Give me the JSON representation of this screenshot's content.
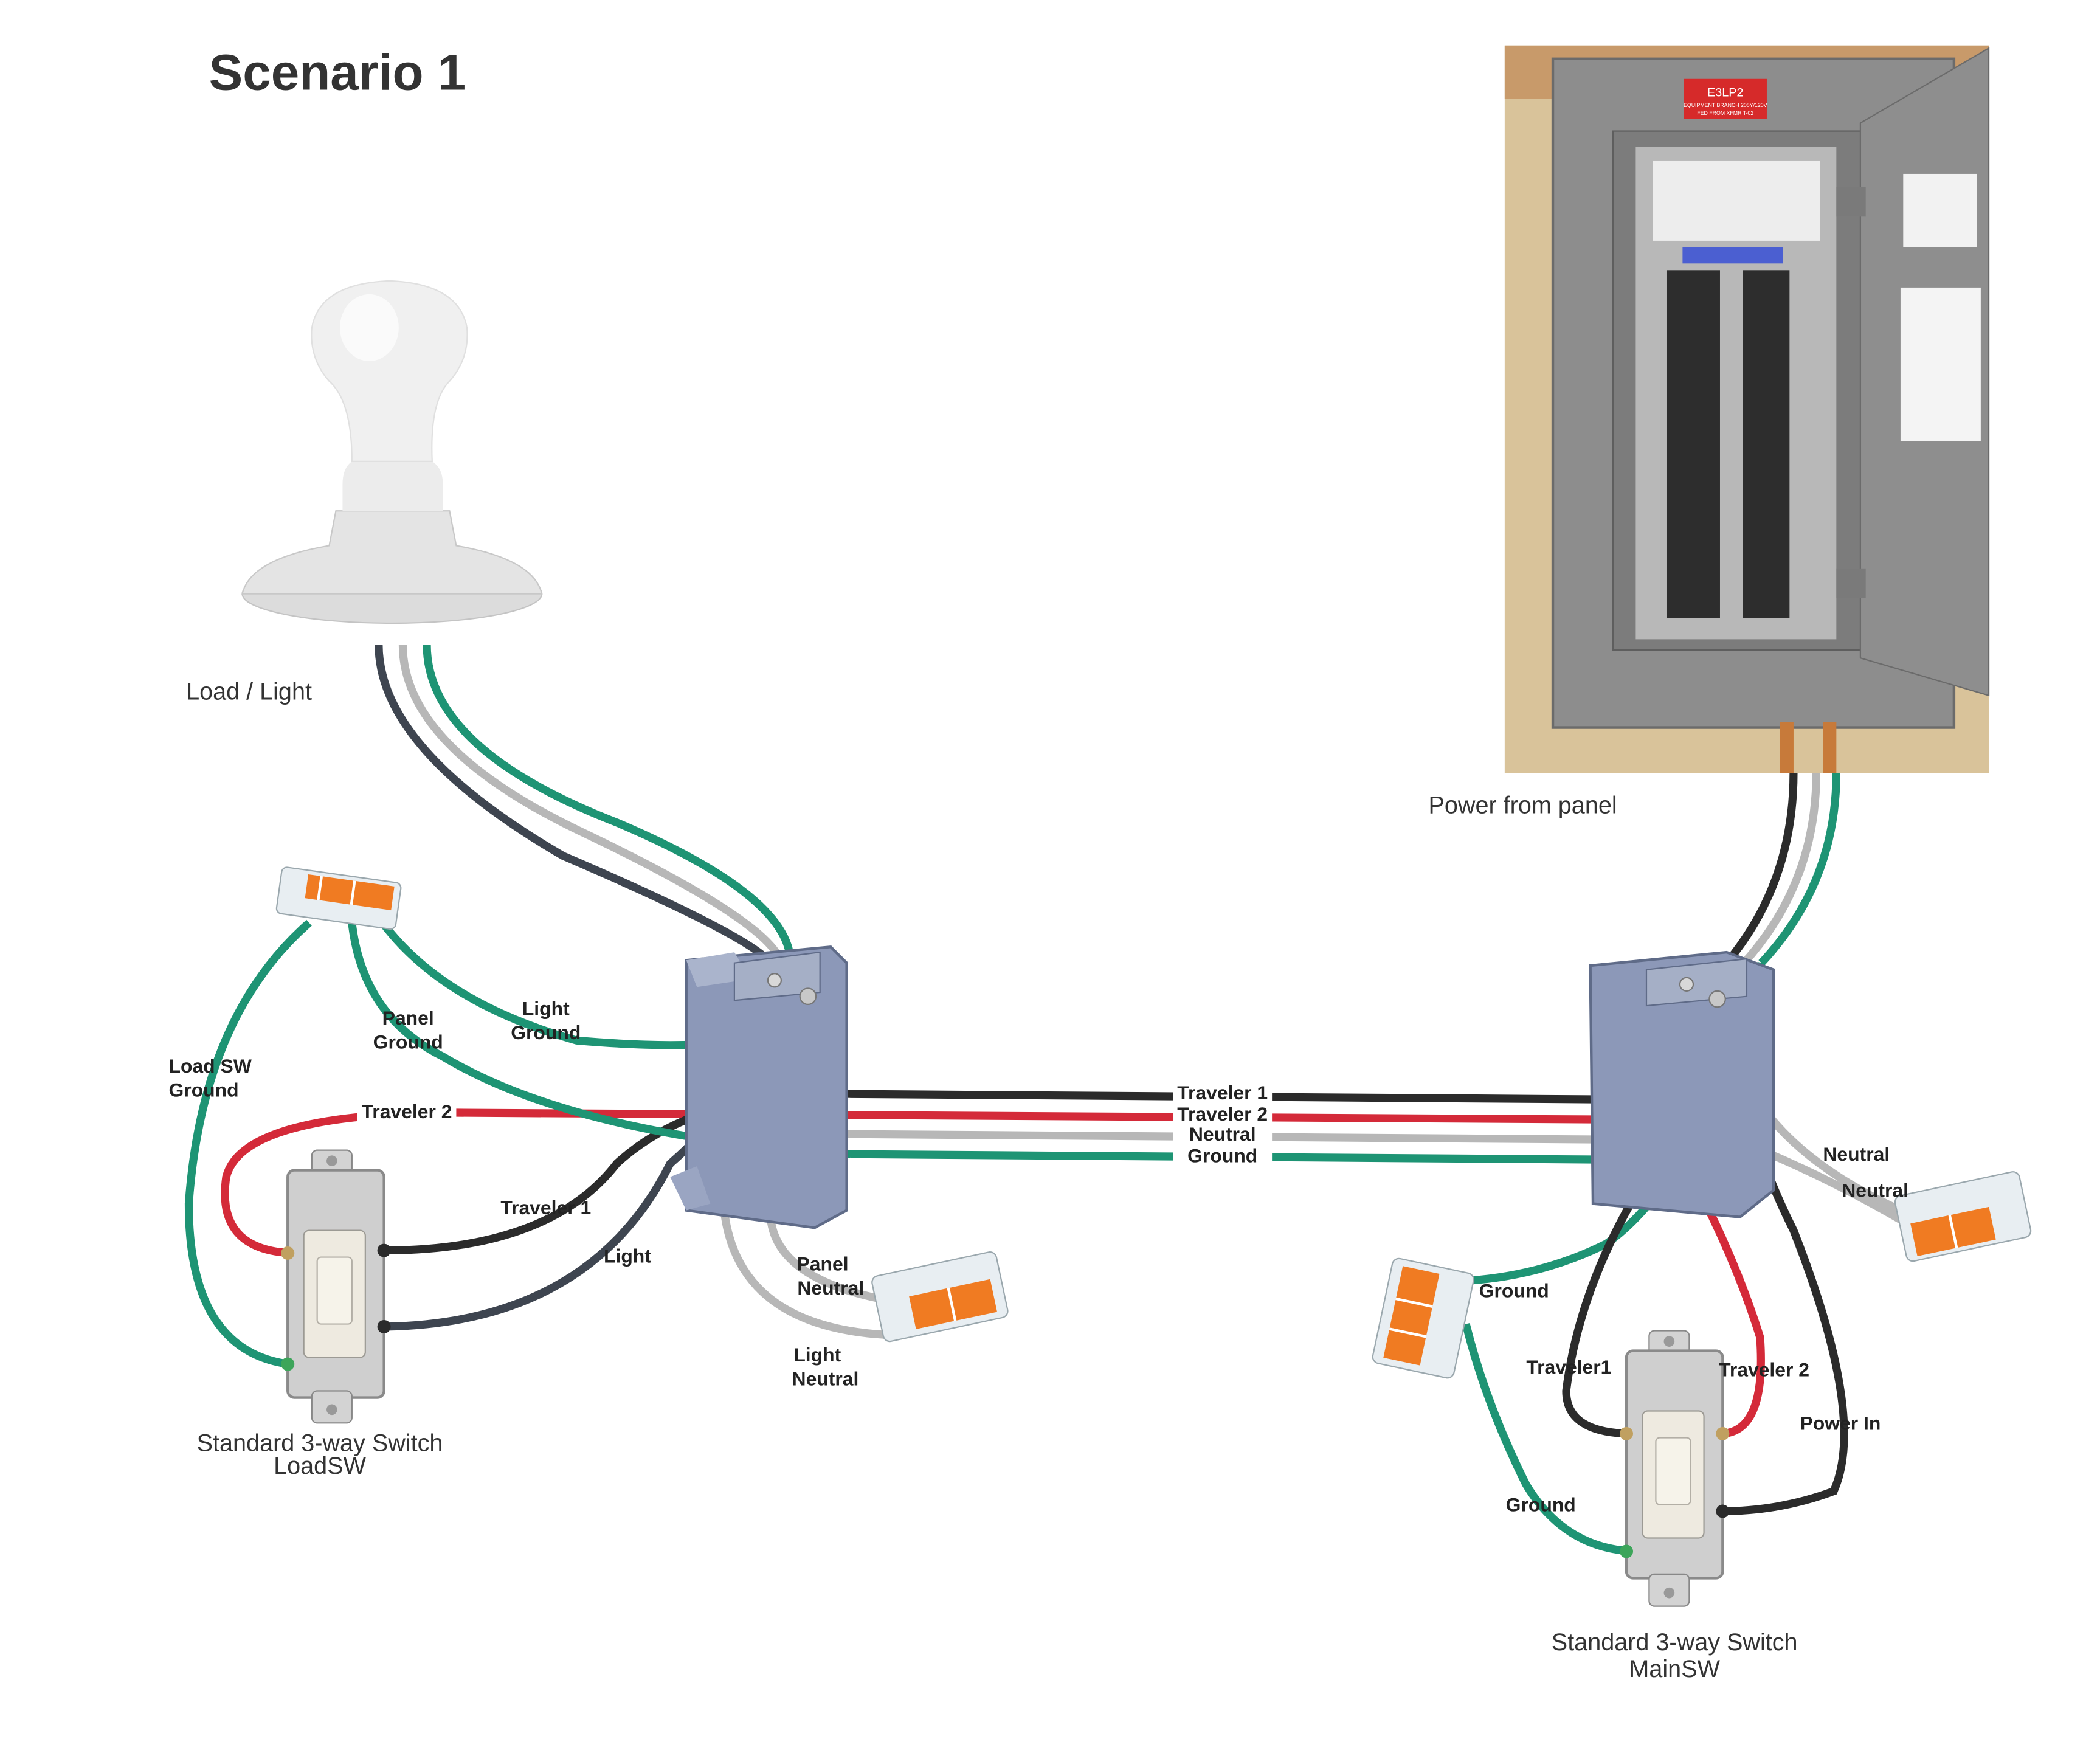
{
  "title": "Scenario 1",
  "labels": {
    "load_light": "Load / Light",
    "power_from_panel": "Power from panel",
    "loadsw_caption_1": "Standard 3-way Switch",
    "loadsw_caption_2": "LoadSW",
    "mainsw_caption_1": "Standard 3-way Switch",
    "mainsw_caption_2": "MainSW"
  },
  "panel": {
    "tag_line1": "E3LP2",
    "tag_line2": "EQUIPMENT BRANCH 208Y/120V",
    "tag_line3": "FED FROM XFMR T-02"
  },
  "wire_labels": {
    "light_ground_1": "Light",
    "light_ground_2": "Ground",
    "panel_ground_1": "Panel",
    "panel_ground_2": "Ground",
    "load_sw_ground_1": "Load SW",
    "load_sw_ground_2": "Ground",
    "traveler2_left": "Traveler 2",
    "traveler1_left": "Traveler 1",
    "light_left": "Light",
    "panel_neutral_1": "Panel",
    "panel_neutral_2": "Neutral",
    "light_neutral_1": "Light",
    "light_neutral_2": "Neutral",
    "traveler1_mid": "Traveler 1",
    "traveler2_mid": "Traveler 2",
    "neutral_mid": "Neutral",
    "ground_mid": "Ground",
    "neutral_right_1": "Neutral",
    "neutral_right_2": "Neutral",
    "ground_right_top": "Ground",
    "traveler1_right": "Traveler1",
    "traveler2_right": "Traveler 2",
    "power_in": "Power In",
    "ground_right_bottom": "Ground"
  },
  "colors": {
    "black_wire": "#2b2b2b",
    "dark_gray_wire": "#3e4550",
    "gray_wire": "#b7b7b7",
    "green_wire": "#1e9474",
    "red_wire": "#d42a39",
    "box_blue": "#8c98b8",
    "connector_orange": "#f07b22"
  }
}
